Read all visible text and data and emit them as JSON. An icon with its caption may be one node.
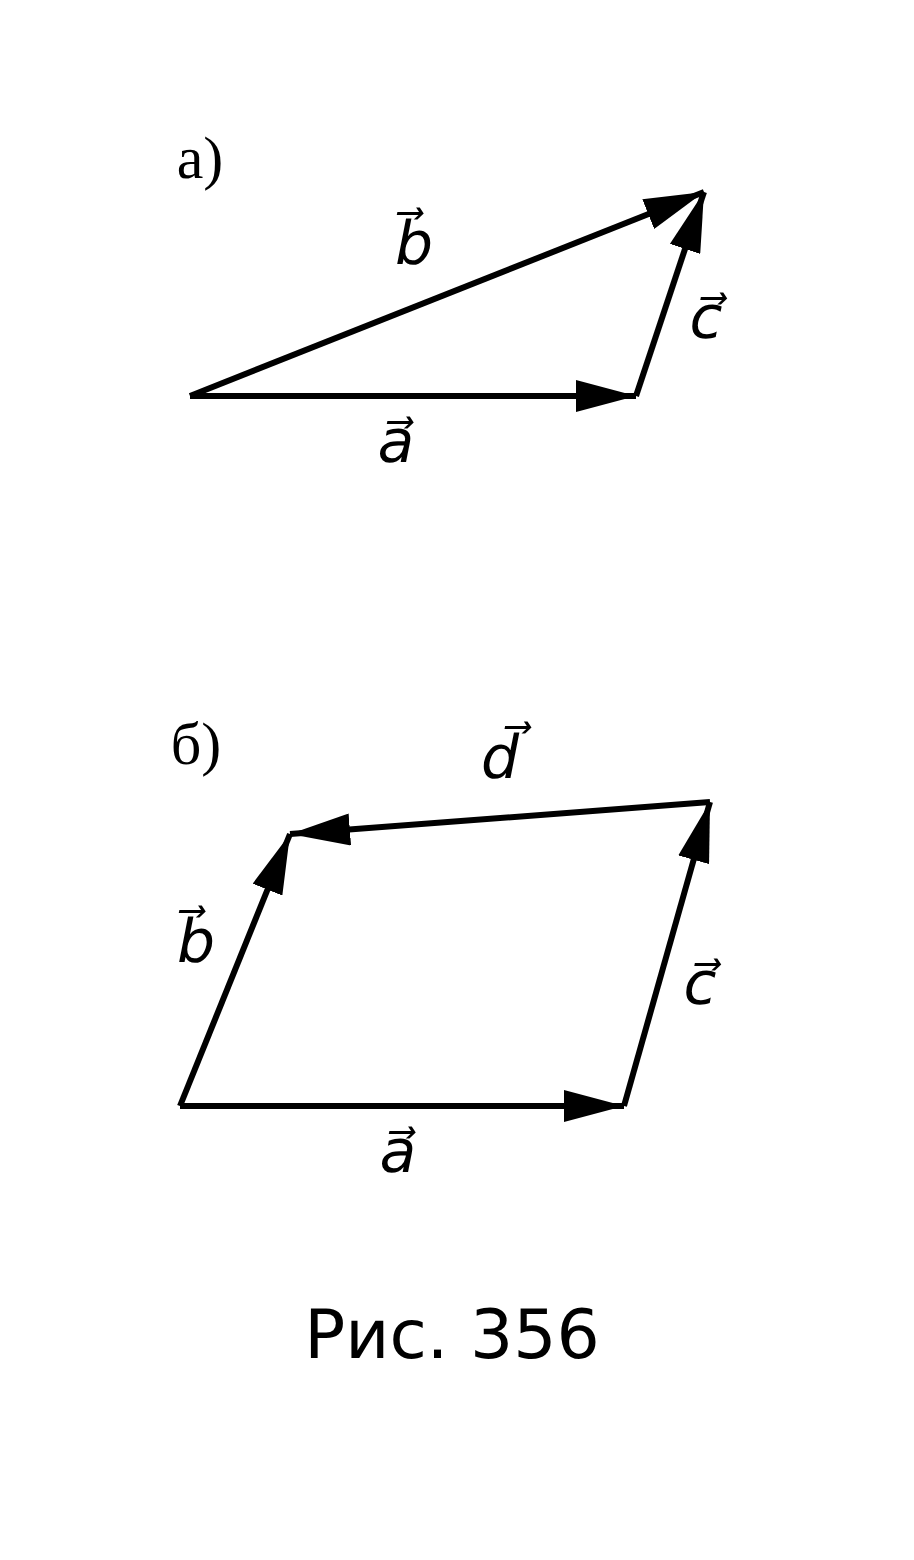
{
  "diagram": {
    "labels": [
      "а)",
      "b⃗",
      "c⃗",
      "a⃗",
      "б)",
      "d⃗",
      "b⃗",
      "c⃗",
      "a⃗"
    ],
    "caption": "Рис. 356"
  }
}
